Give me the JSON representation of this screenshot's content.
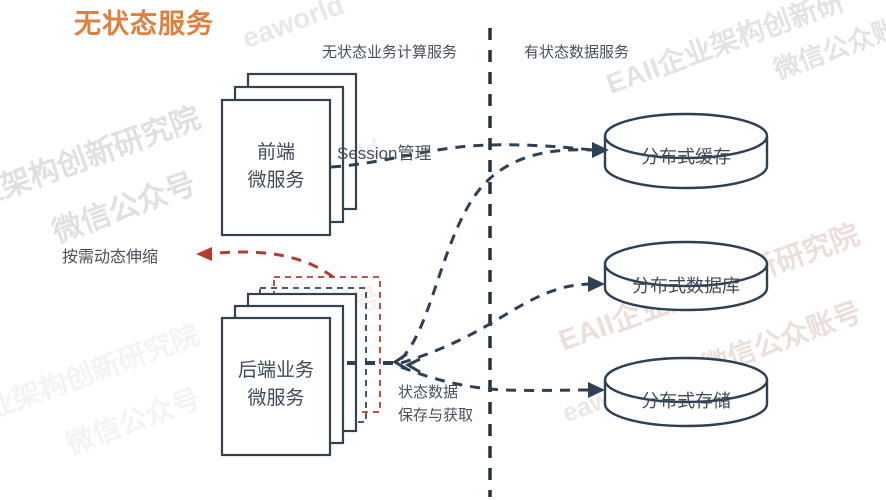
{
  "title": "无状态服务",
  "columns": {
    "left": "无状态业务计算服务",
    "right": "有状态数据服务"
  },
  "nodes": {
    "frontend": {
      "label": "前端 微服务",
      "line1": "前端",
      "line2": "微服务"
    },
    "backend": {
      "label": "后端业务 微服务",
      "line1": "后端业务",
      "line2": "微服务"
    },
    "cache": {
      "label": "分布式缓存"
    },
    "database": {
      "label": "分布式数据库"
    },
    "storage": {
      "label": "分布式存储"
    }
  },
  "annotations": {
    "session": "Session管理",
    "scale": "按需动态伸缩",
    "state_line1": "状态数据",
    "state_line2": "保存与获取"
  },
  "watermarks": [
    "业架构创新研究院",
    "微信公众号",
    "eaworld",
    "EAII企业架构创新研",
    "微信公众账号",
    "EAII企业架构创新研究院",
    "微信公众账号",
    "eaworld",
    "业架构创新研究院",
    "微信公众号",
    "微信公众账号",
    "eaworld"
  ],
  "colors": {
    "accent_orange": "#DD8143",
    "line_navy": "#2E4053",
    "alert_red": "#B63A32",
    "text_gray": "#46505A"
  }
}
